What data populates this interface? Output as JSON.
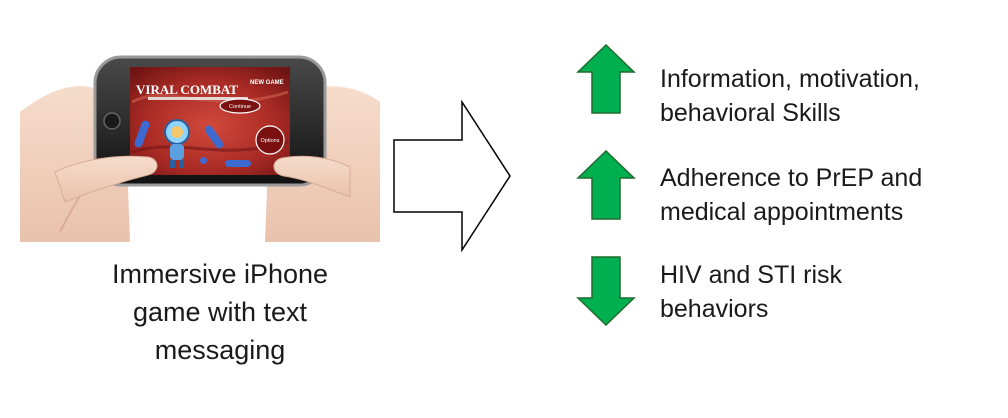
{
  "game": {
    "title": "VIRAL COMBAT",
    "new_game": "NEW GAME",
    "continue": "Continue",
    "options": "Options"
  },
  "caption": {
    "lines": [
      "Immersive iPhone",
      "game with text",
      "messaging"
    ]
  },
  "outcomes": [
    {
      "direction": "up",
      "lines": [
        "Information, motivation,",
        "behavioral Skills"
      ]
    },
    {
      "direction": "up",
      "lines": [
        "Adherence to PrEP and",
        "medical appointments"
      ]
    },
    {
      "direction": "down",
      "lines": [
        "HIV and STI risk",
        "behaviors"
      ]
    }
  ],
  "colors": {
    "arrow_fill": "#00b050",
    "arrow_stroke": "#1f6b2e",
    "game_bg": "#9b1f1f"
  }
}
